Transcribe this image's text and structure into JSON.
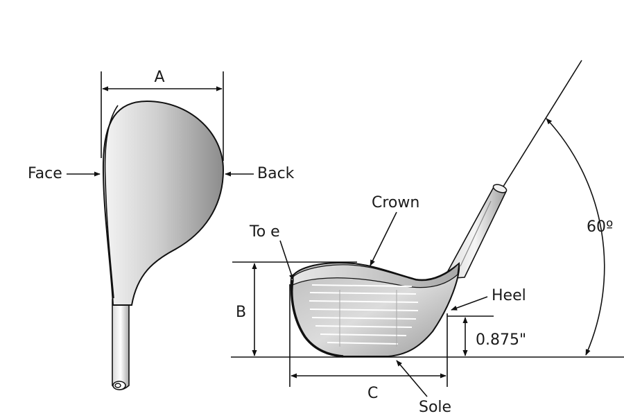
{
  "labels": {
    "dim_a": "A",
    "dim_b": "B",
    "dim_c": "C",
    "face": "Face",
    "back": "Back",
    "crown": "Crown",
    "toe": "To e",
    "heel": "Heel",
    "sole": "Sole",
    "angle": "60º",
    "height": "0.875\""
  },
  "colors": {
    "line": "#111111",
    "body_light": "#f2f2f2",
    "body_dark": "#8f8f8f",
    "background": "#ffffff"
  }
}
